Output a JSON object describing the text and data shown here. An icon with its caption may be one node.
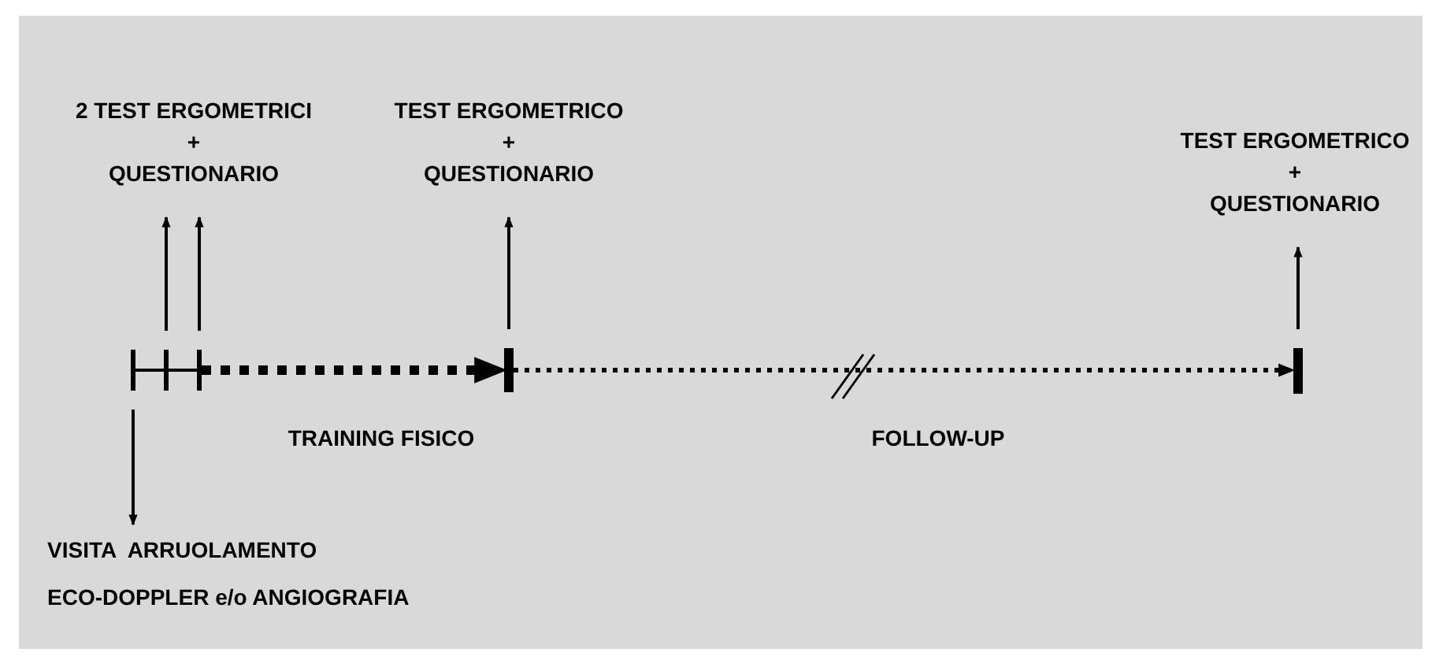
{
  "diagram": {
    "nodes": [
      {
        "text": [
          "2 TEST ERGOMETRICI",
          "+",
          "QUESTIONARIO"
        ]
      },
      {
        "text": [],
        "shape": "bar"
      },
      {
        "text": [],
        "shape": "bar"
      },
      {
        "text": [],
        "shape": "bar"
      },
      {
        "text": [],
        "shape": "bar"
      },
      {
        "text": [],
        "shape": "bar"
      },
      {
        "text": [
          "TEST ERGOMETRICO",
          "+",
          "QUESTIONARIO"
        ]
      },
      {
        "text": [
          "TEST ERGOMETRICO",
          "+",
          "QUESTIONARIO"
        ]
      },
      {
        "text": [
          "VISITA  ARRUOLAMENTO",
          "ECO-DOPPLER e/o ANGIOGRAFIA"
        ]
      }
    ],
    "edges": [
      {
        "from": 1,
        "to": 2,
        "arrow": "none"
      },
      {
        "from": 2,
        "to": 3,
        "arrow": "none"
      },
      {
        "from": 3,
        "to": 4,
        "arrow": "to",
        "label": "TRAINING FISICO",
        "style": "dashed"
      },
      {
        "from": 4,
        "to": 5,
        "arrow": "to",
        "label": "FOLLOW-UP",
        "style": "dashed"
      },
      {
        "from": 2,
        "to": 0,
        "arrow": "to"
      },
      {
        "from": 3,
        "to": 0,
        "arrow": "to"
      },
      {
        "from": 4,
        "to": 6,
        "arrow": "to"
      },
      {
        "from": 5,
        "to": 7,
        "arrow": "to"
      },
      {
        "from": 1,
        "to": 8,
        "arrow": "to"
      }
    ]
  }
}
